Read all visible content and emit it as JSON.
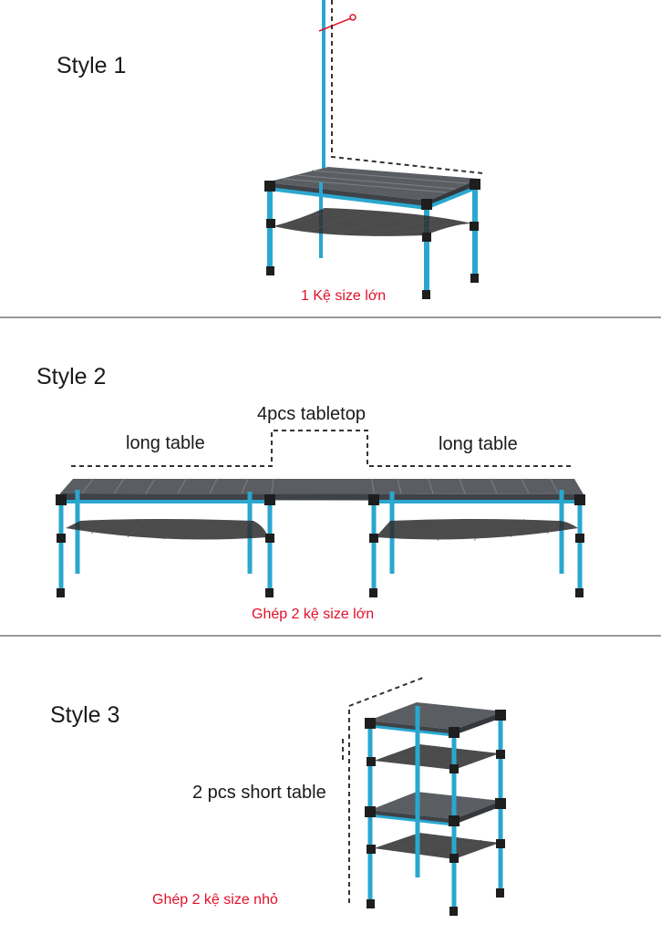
{
  "colors": {
    "leg_blue": "#2aa7cf",
    "tabletop": "#5a5e63",
    "tabletop_light": "#7d8186",
    "joint": "#1e1e1e",
    "caption_red": "#e0102a",
    "divider": "#9a9a9a"
  },
  "style1": {
    "title": "Style 1",
    "caption": "1 Kệ size lớn"
  },
  "style2": {
    "title": "Style 2",
    "tabletop_label": "4pcs tabletop",
    "left_label": "long table",
    "right_label": "long table",
    "caption": "Ghép 2 kệ size lớn"
  },
  "style3": {
    "title": "Style 3",
    "label": "2 pcs short table",
    "caption": "Ghép 2 kệ size nhỏ"
  }
}
